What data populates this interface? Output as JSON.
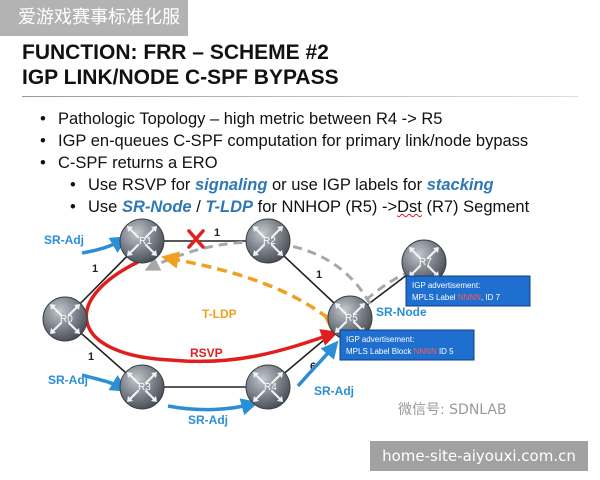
{
  "watermark_top": "爱游戏赛事标准化服务",
  "title": {
    "line1": "FUNCTION: FRR – SCHEME #2",
    "line2": "IGP LINK/NODE C-SPF BYPASS"
  },
  "bullets": {
    "b1": "Pathologic Topology – high metric between R4 -> R5",
    "b2": "IGP en-queues C-SPF computation for primary link/node bypass",
    "b3": "C-SPF returns a ERO",
    "s1": {
      "pre": "Use RSVP for ",
      "hl1": "signaling",
      "mid": " or use IGP labels for ",
      "hl2": "stacking"
    },
    "s2": {
      "pre": "Use ",
      "hl1": "SR-Node",
      "sep": " / ",
      "hl2": "T-LDP",
      "mid": "  for NNHOP (R5) ->",
      "dst": "Dst",
      "post": " (R7) Segment"
    }
  },
  "diagram": {
    "routers": [
      "R1",
      "R2",
      "R0",
      "R5",
      "R3",
      "R4",
      "R7"
    ],
    "metrics": {
      "r1_r2": "1",
      "r0_r1": "1",
      "r2_r5": "1",
      "r0_r3": "1",
      "r4_r5": "6"
    },
    "labels": {
      "sr_adj_1": "SR-Adj",
      "sr_adj_2": "SR-Adj",
      "sr_adj_3": "SR-Adj",
      "sr_adj_4": "SR-Adj",
      "sr_node": "SR-Node",
      "tldp": "T-LDP",
      "rsvp": "RSVP"
    },
    "ad_r7": {
      "title": "IGP advertisement:",
      "label": "MPLS Label",
      "value": "NNNN",
      "id": "ID 7"
    },
    "ad_r5": {
      "title": "IGP advertisement:",
      "label": "MPLS Label Block",
      "value": "NNNN",
      "id": "ID 5"
    },
    "colors": {
      "blue_arrow": "#2b8fd6",
      "rsvp_red": "#e01e1e",
      "tldp_orange": "#f0a020",
      "grey_dash": "#a8a8a8",
      "ad_box": "#1f6fd0",
      "failure_x": "#e02020"
    },
    "icons": [
      "router-icon",
      "failure-x-icon"
    ]
  },
  "watermark_wechat": "微信号: SDNLAB",
  "watermark_bottom": "home-site-aiyouxi.com.cn"
}
